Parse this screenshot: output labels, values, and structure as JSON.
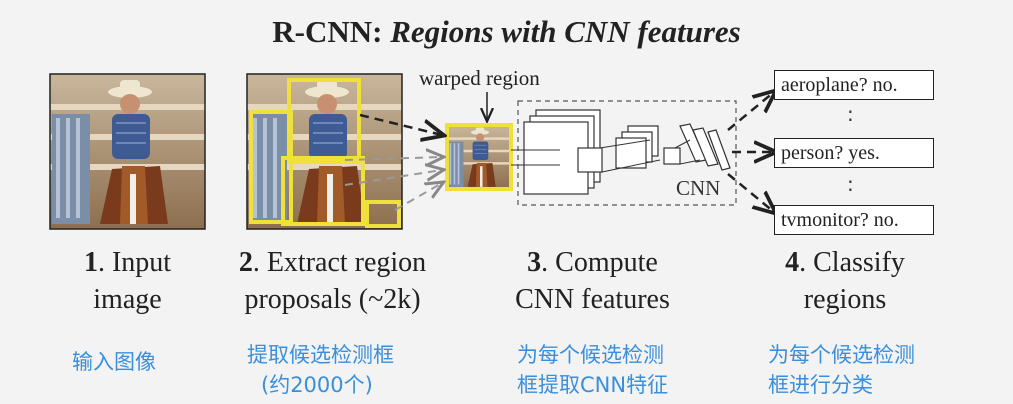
{
  "title": {
    "prefix": "R-CNN: ",
    "italic": "Regions with CNN features"
  },
  "labels": {
    "warped_region": "warped region",
    "cnn": "CNN"
  },
  "steps": [
    {
      "num": "1",
      "line1": ". Input",
      "line2": "image"
    },
    {
      "num": "2",
      "line1": ". Extract region",
      "line2": "proposals (~2k)"
    },
    {
      "num": "3",
      "line1": ". Compute",
      "line2": "CNN features"
    },
    {
      "num": "4",
      "line1": ". Classify",
      "line2": "regions"
    }
  ],
  "classes": [
    "aeroplane? no.",
    "person? yes.",
    "tvmonitor? no."
  ],
  "dots": ":",
  "captions_cn": [
    {
      "line1": "输入图像",
      "line2": ""
    },
    {
      "line1": "提取候选检测框",
      "line2": "(约2000个)"
    },
    {
      "line1": "为每个候选检测",
      "line2": "框提取CNN特征"
    },
    {
      "line1": "为每个候选检测",
      "line2": "框进行分类"
    }
  ],
  "colors": {
    "caption_cn": "#3a8fdc",
    "proposal_box": "#f0e03a"
  }
}
